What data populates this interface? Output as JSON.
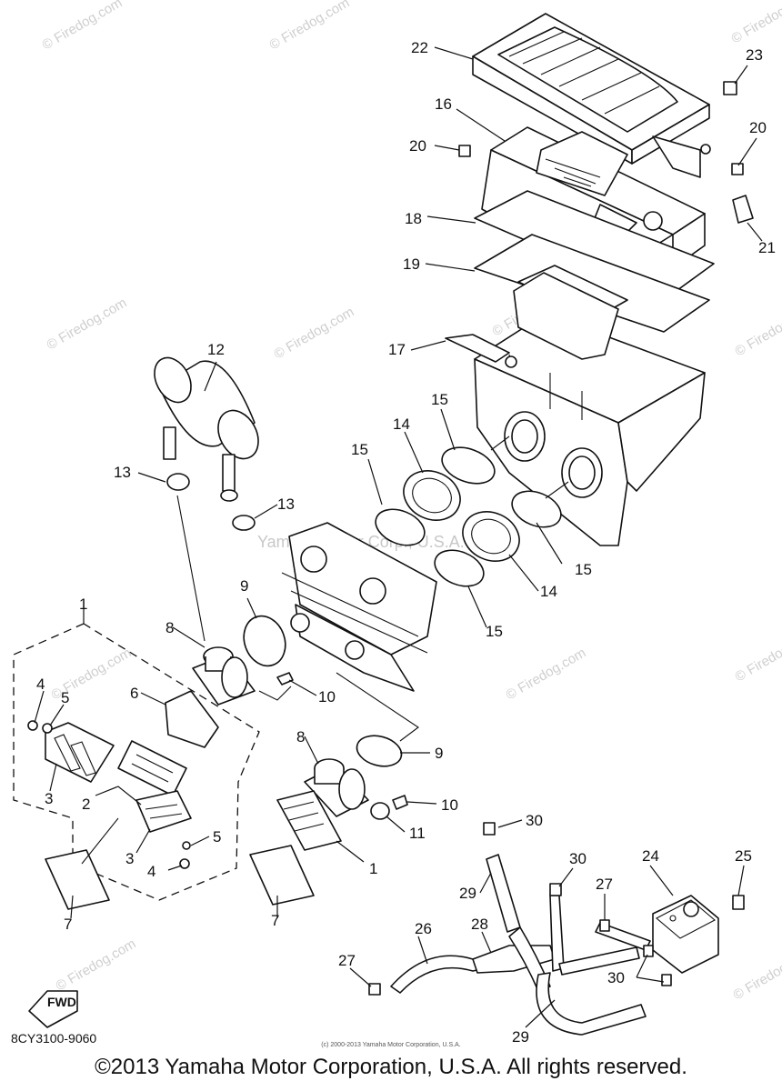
{
  "diagram": {
    "code": "8CY3100-9060",
    "copyright": "©2013 Yamaha Motor Corporation, U.S.A. All rights reserved.",
    "copyright_small": "(c) 2000-2013 Yamaha Motor Corporation, U.S.A.",
    "watermark": "© Firedog.com",
    "watermark_center": "Yamaha Motor Corp., U.S.A.",
    "fwd_label": "FWD",
    "callouts": [
      {
        "id": "c22",
        "label": "22"
      },
      {
        "id": "c23",
        "label": "23"
      },
      {
        "id": "c16",
        "label": "16"
      },
      {
        "id": "c20a",
        "label": "20"
      },
      {
        "id": "c20b",
        "label": "20"
      },
      {
        "id": "c18",
        "label": "18"
      },
      {
        "id": "c21",
        "label": "21"
      },
      {
        "id": "c19",
        "label": "19"
      },
      {
        "id": "c17",
        "label": "17"
      },
      {
        "id": "c12",
        "label": "12"
      },
      {
        "id": "c15a",
        "label": "15"
      },
      {
        "id": "c14a",
        "label": "14"
      },
      {
        "id": "c15b",
        "label": "15"
      },
      {
        "id": "c13a",
        "label": "13"
      },
      {
        "id": "c13b",
        "label": "13"
      },
      {
        "id": "c15c",
        "label": "15"
      },
      {
        "id": "c14b",
        "label": "14"
      },
      {
        "id": "c15d",
        "label": "15"
      },
      {
        "id": "c9a",
        "label": "9"
      },
      {
        "id": "c1a",
        "label": "1"
      },
      {
        "id": "c8a",
        "label": "8"
      },
      {
        "id": "c10a",
        "label": "10"
      },
      {
        "id": "c4a",
        "label": "4"
      },
      {
        "id": "c5a",
        "label": "5"
      },
      {
        "id": "c6",
        "label": "6"
      },
      {
        "id": "c3a",
        "label": "3"
      },
      {
        "id": "c2",
        "label": "2"
      },
      {
        "id": "c8b",
        "label": "8"
      },
      {
        "id": "c9b",
        "label": "9"
      },
      {
        "id": "c10b",
        "label": "10"
      },
      {
        "id": "c11",
        "label": "11"
      },
      {
        "id": "c3b",
        "label": "3"
      },
      {
        "id": "c5b",
        "label": "5"
      },
      {
        "id": "c4b",
        "label": "4"
      },
      {
        "id": "c1b",
        "label": "1"
      },
      {
        "id": "c30a",
        "label": "30"
      },
      {
        "id": "c30b",
        "label": "30"
      },
      {
        "id": "c24",
        "label": "24"
      },
      {
        "id": "c25",
        "label": "25"
      },
      {
        "id": "c29a",
        "label": "29"
      },
      {
        "id": "c27a",
        "label": "27"
      },
      {
        "id": "c7a",
        "label": "7"
      },
      {
        "id": "c7b",
        "label": "7"
      },
      {
        "id": "c26",
        "label": "26"
      },
      {
        "id": "c28",
        "label": "28"
      },
      {
        "id": "c27b",
        "label": "27"
      },
      {
        "id": "c30c",
        "label": "30"
      },
      {
        "id": "c29b",
        "label": "29"
      }
    ]
  }
}
